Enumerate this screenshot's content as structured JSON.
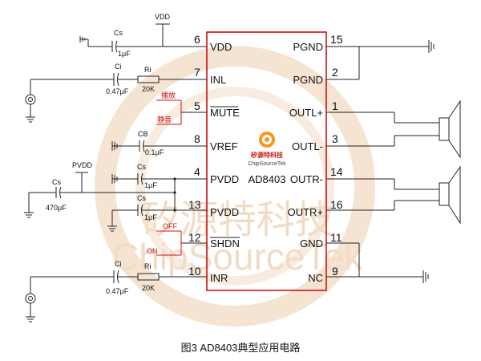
{
  "chip": {
    "part_number": "AD8403",
    "logo_text_cn": "矽源特科技",
    "logo_text_en": "ChipSourceTek",
    "left_pins": [
      {
        "num": "6",
        "name": "VDD"
      },
      {
        "num": "7",
        "name": "INL"
      },
      {
        "num": "5",
        "name": "MUTE"
      },
      {
        "num": "8",
        "name": "VREF"
      },
      {
        "num": "4",
        "name": "PVDD"
      },
      {
        "num": "13",
        "name": "PVDD"
      },
      {
        "num": "12",
        "name": "SHDN"
      },
      {
        "num": "10",
        "name": "INR"
      }
    ],
    "right_pins": [
      {
        "num": "15",
        "name": "PGND"
      },
      {
        "num": "2",
        "name": "PGND"
      },
      {
        "num": "1",
        "name": "OUTL+"
      },
      {
        "num": "3",
        "name": "OUTL-"
      },
      {
        "num": "14",
        "name": "OUTR-"
      },
      {
        "num": "16",
        "name": "OUTR+"
      },
      {
        "num": "11",
        "name": "GND"
      },
      {
        "num": "9",
        "name": "NC"
      }
    ]
  },
  "components": {
    "cs_top": {
      "name": "Cs",
      "value": "1μF"
    },
    "vdd_label": "VDD",
    "ci_left": {
      "name": "Ci",
      "value": "0.47μF"
    },
    "ri_left": {
      "name": "Ri",
      "value": "20K"
    },
    "cb": {
      "name": "CB",
      "value": "0.1μF"
    },
    "pvdd_label": "PVDD",
    "cs_bulk": {
      "name": "Cs",
      "value": "470μF"
    },
    "cs_pvdd1": {
      "name": "Cs",
      "value": "1μF"
    },
    "cs_pvdd2": {
      "name": "Cs",
      "value": "1μF"
    },
    "ci_right": {
      "name": "Ci",
      "value": "0.47μF"
    },
    "ri_right": {
      "name": "Ri",
      "value": "20K"
    }
  },
  "control_labels": {
    "play": "播放",
    "mute": "静音",
    "off": "OFF",
    "on": "ON"
  },
  "watermark": {
    "cn": "矽源特科技",
    "en": "ChipSourceTek"
  },
  "caption": "图3   AD8403典型应用电路"
}
